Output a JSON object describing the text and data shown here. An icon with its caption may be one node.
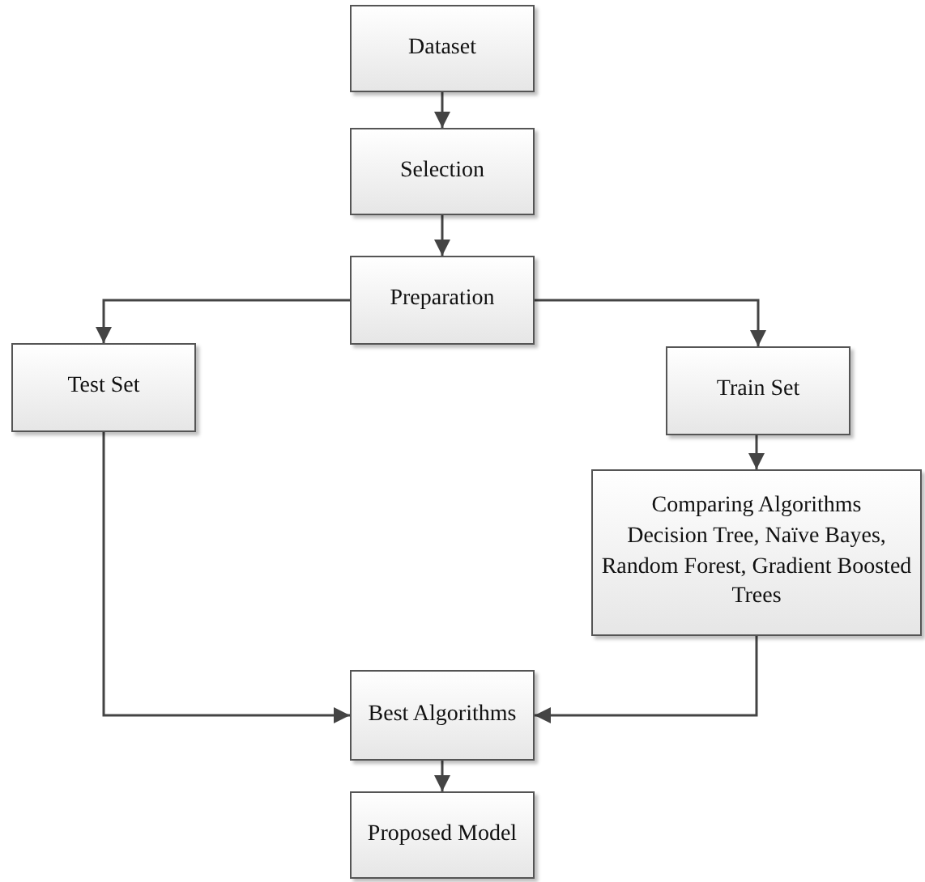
{
  "diagram": {
    "nodes": [
      {
        "text": [
          "Dataset"
        ]
      },
      {
        "text": [
          "Selection"
        ]
      },
      {
        "text": [
          "Preparation"
        ]
      },
      {
        "text": [
          "Test Set"
        ]
      },
      {
        "text": [
          "Train Set"
        ]
      },
      {
        "text": [
          "Comparing Algorithms",
          "Decision Tree, Naïve Bayes, Random Forest, Gradient Boosted Trees"
        ]
      },
      {
        "text": [
          "Best Algorithms"
        ]
      },
      {
        "text": [
          "Proposed Model"
        ]
      }
    ],
    "edges": [
      {
        "from": 0,
        "to": 1,
        "arrow": "to"
      },
      {
        "from": 1,
        "to": 2,
        "arrow": "to"
      },
      {
        "from": 2,
        "to": 3,
        "arrow": "to"
      },
      {
        "from": 2,
        "to": 4,
        "arrow": "to"
      },
      {
        "from": 4,
        "to": 5,
        "arrow": "to"
      },
      {
        "from": 3,
        "to": 6,
        "arrow": "to"
      },
      {
        "from": 5,
        "to": 6,
        "arrow": "to"
      },
      {
        "from": 6,
        "to": 7,
        "arrow": "to"
      }
    ]
  }
}
